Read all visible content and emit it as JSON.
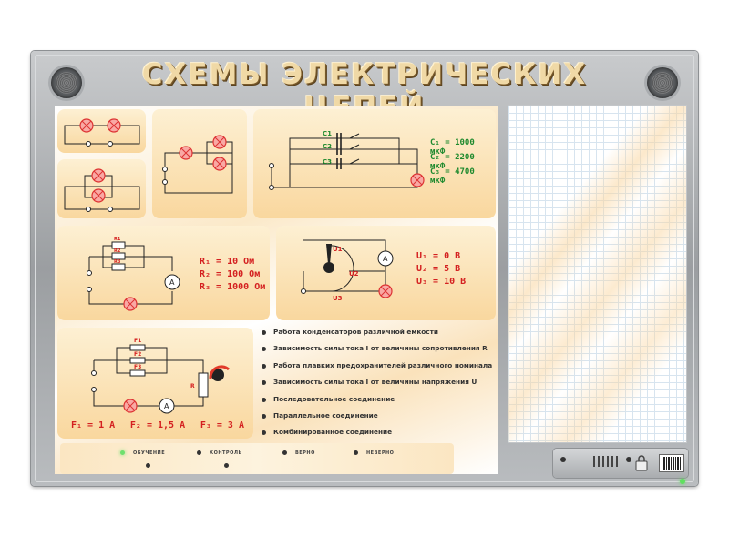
{
  "title": "СХЕМЫ ЭЛЕКТРИЧЕСКИХ ЦЕПЕЙ",
  "capacitors": {
    "labels": [
      "C1",
      "C2",
      "C3"
    ],
    "values": [
      "C₁ = 1000 мкФ",
      "C₂ = 2200 мкФ",
      "C₃ = 4700 мкФ"
    ]
  },
  "resistors": {
    "labels": [
      "R1",
      "R2",
      "R3"
    ],
    "values": [
      "R₁ = 10 Ом",
      "R₂ = 100 Ом",
      "R₃ = 1000 Ом"
    ]
  },
  "voltages": {
    "labels": [
      "U1",
      "U2",
      "U3"
    ],
    "values": [
      "U₁ = 0 В",
      "U₂ = 5 В",
      "U₃ = 10 В"
    ]
  },
  "fuses": {
    "labels": [
      "F1",
      "F2",
      "F3"
    ],
    "values": [
      "F₁ = 1 А",
      "F₂ = 1,5 А",
      "F₃ = 3 А"
    ],
    "rheostat_label": "R"
  },
  "meter_label": "A",
  "features": [
    "Работа конденсаторов различной емкости",
    "Зависимость силы тока I от величины сопротивления R",
    "Работа плавких предохранителей различного номинала",
    "Зависимость силы тока I от величины напряжения U",
    "Последовательное соединение",
    "Параллельное соединение",
    "Комбинированное соединение"
  ],
  "status": {
    "learning": "ОБУЧЕНИЕ",
    "control": "КОНТРОЛЬ",
    "correct": "ВЕРНО",
    "wrong": "НЕВЕРНО"
  },
  "colors": {
    "frame": "#a7aaad",
    "panel": "#f9d79e",
    "values_red": "#d42020",
    "values_green": "#1f8a2e",
    "title": "#f0d9a6"
  }
}
